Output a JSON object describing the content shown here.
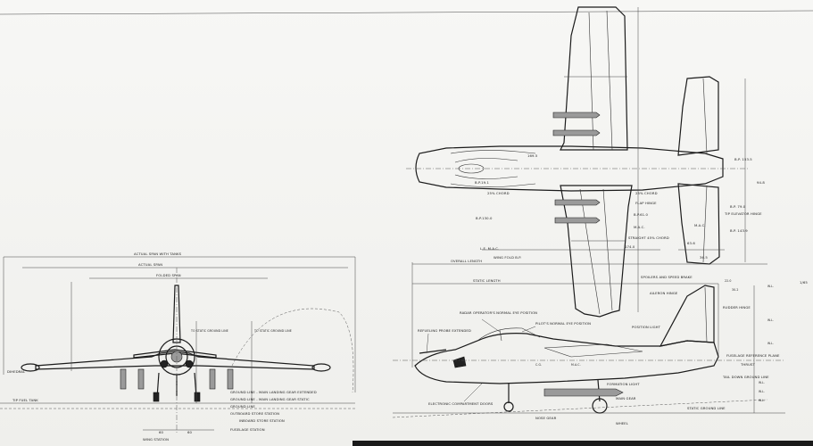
{
  "diagram": {
    "top_view": {
      "labels": {
        "l1": "169.5",
        "l2": "B.P.19.1",
        "l3": "25% CHORD",
        "l4": "25% CHORD",
        "l5": "FLAP HINGE",
        "l6": "B.P.61.0",
        "l7": "B.P.130.0",
        "l8": "M.A.C.",
        "l9": "STRAIGHT 45% CHORD",
        "l10": "L.E. M.A.C.",
        "l11": "WING FOLD B.P.",
        "l12": "174.0",
        "l13": "B.P. 153.5",
        "l14": "B.P. 79.0",
        "l15": "B.P. 143.9",
        "l16": "M.A.C.",
        "l17": "TIP ELEVATOR HINGE",
        "l18": "63.6",
        "l19": "36.5",
        "l20": "94.8"
      }
    },
    "side_view": {
      "labels": {
        "overall_length": "OVERALL LENGTH",
        "static_length": "STATIC LENGTH",
        "spoilers": "SPOILERS AND SPEED BRAKE",
        "aileron_hinge": "AILERON HINGE",
        "radar": "RADAR OPERATOR'S NORMAL EYE POSITION",
        "pilot": "PILOT'S NORMAL EYE POSITION",
        "refueling": "REFUELING PROBE EXTENDED",
        "position_light": "POSITION LIGHT",
        "rudder_hinge": "RUDDER HINGE",
        "fuselage_ref": "FUSELAGE REFERENCE PLANE",
        "thrust": "THRUST",
        "tail_down": "TAIL DOWN GROUND LINE",
        "electronic": "ELECTRONIC COMPARTMENT DOORS",
        "static_ground": "STATIC GROUND LINE",
        "formation": "FORMATION LIGHT",
        "wl1": "W.L.",
        "wl2": "W.L.",
        "wl3": "W.L.",
        "mac": "M.A.C.",
        "cg": "C.G.",
        "dim1": "22.0",
        "dim2": "30.2",
        "dim3": "W.L.",
        "dim4": "W.L.",
        "dim5": "W.L.",
        "main_gear": "MAIN GEAR",
        "nose_gear": "NOSE GEAR",
        "wheel": "WHEEL"
      }
    },
    "front_view": {
      "labels": {
        "span": "ACTUAL SPAN WITH TANKS",
        "span2": "ACTUAL SPAN",
        "folded": "FOLDED SPAN",
        "ground_a": "TO STATIC GROUND LINE",
        "ground_b": "TO STATIC GROUND LINE",
        "ground_c": "GROUND LINE",
        "tank": "TIP FUEL TANK",
        "dihedral": "DIHEDRAL",
        "fuselage_stn": "FUSELAGE STATION",
        "stores": "OUTBOARD STORE STATION",
        "stores2": "INBOARD STORE STATION",
        "d1": "60",
        "d2": "60",
        "gl": "GROUND LINE - MAIN LANDING GEAR EXTENDED",
        "gl2": "GROUND LINE - MAIN LANDING GEAR STATIC",
        "wing_stn": "WING STATION"
      }
    },
    "sheet_mark": "1/65"
  }
}
